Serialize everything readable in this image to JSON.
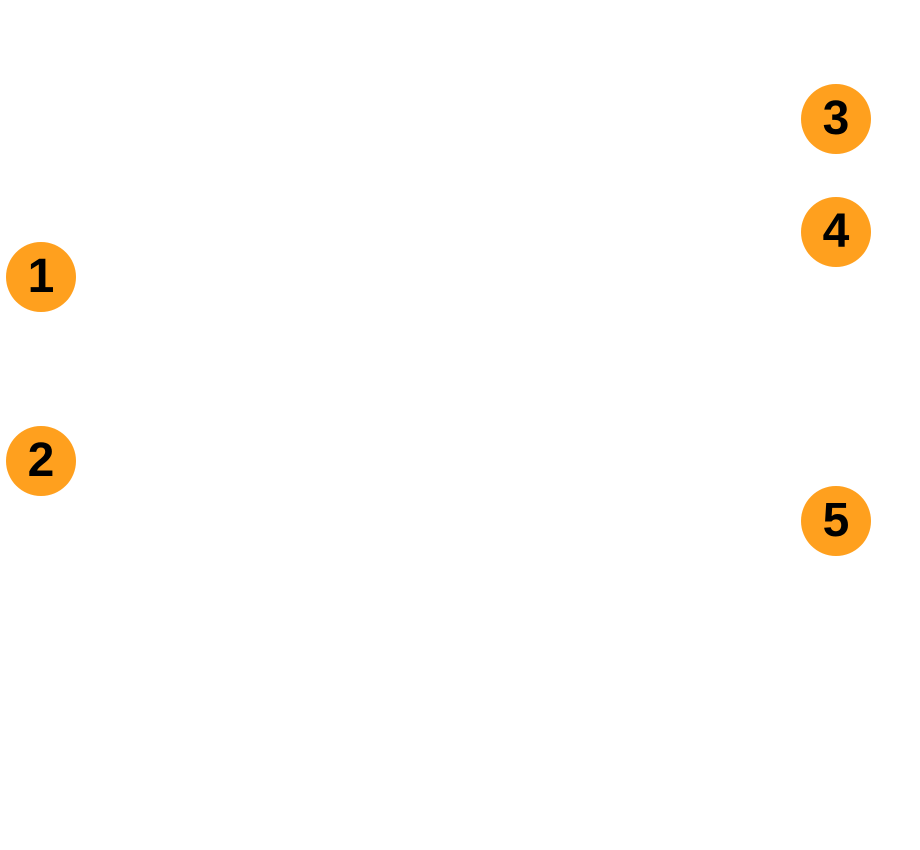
{
  "markers": [
    {
      "label": "1",
      "color": "#FFA01E"
    },
    {
      "label": "2",
      "color": "#FFA01E"
    },
    {
      "label": "3",
      "color": "#FFA01E"
    },
    {
      "label": "4",
      "color": "#FFA01E"
    },
    {
      "label": "5",
      "color": "#FFA01E"
    }
  ]
}
